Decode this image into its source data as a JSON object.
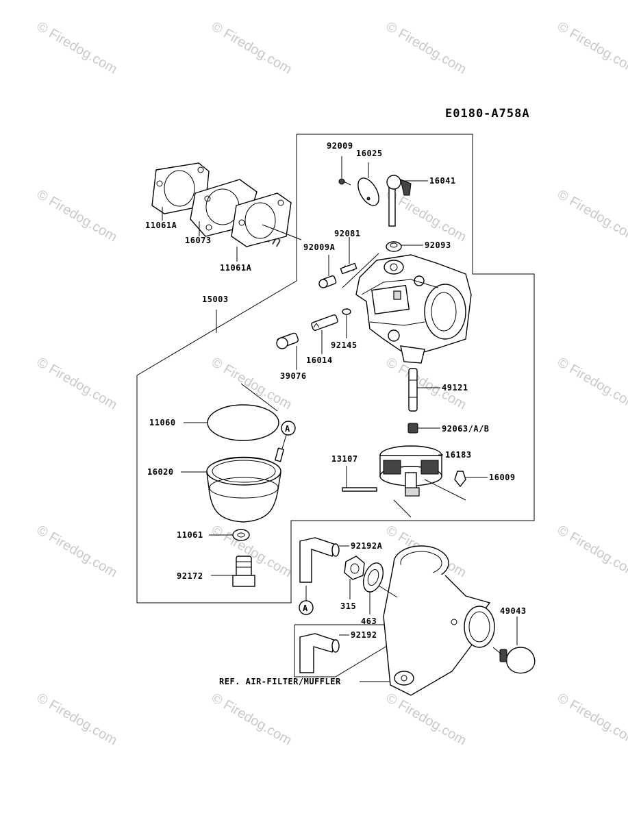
{
  "diagram_code": "E0180-A758A",
  "watermark": "© Firedog.com",
  "watermark_center": "Firedog.com",
  "callout_letter": "A",
  "reference_note": "REF. AIR-FILTER/MUFFLER",
  "parts": {
    "p92009": "92009",
    "p16025": "16025",
    "p16041": "16041",
    "p92081": "92081",
    "p92093": "92093",
    "p92009A": "92009A",
    "p11061A_top": "11061A",
    "p16073": "16073",
    "p11061A_bottom": "11061A",
    "p15003": "15003",
    "p16014": "16014",
    "p92145": "92145",
    "p39076": "39076",
    "p49121": "49121",
    "p11060": "11060",
    "p92063AB": "92063/A/B",
    "p16020": "16020",
    "p13107": "13107",
    "p16183": "16183",
    "p16009": "16009",
    "p11061": "11061",
    "p92192A": "92192A",
    "p92172": "92172",
    "p315": "315",
    "p463": "463",
    "p49043": "49043",
    "p92192": "92192"
  }
}
